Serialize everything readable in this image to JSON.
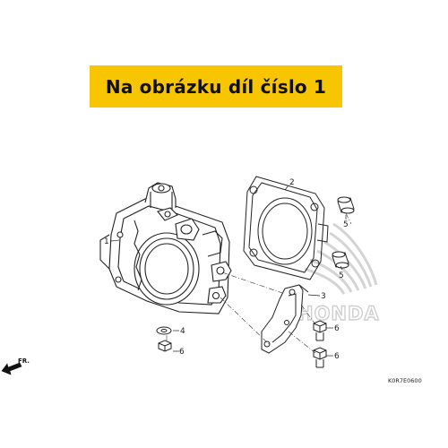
{
  "banner": {
    "text": "Na obrázku díl číslo 1"
  },
  "callouts": [
    "1",
    "2",
    "3",
    "4",
    "5",
    "5",
    "6",
    "6",
    "6"
  ],
  "front_label": "FR.",
  "diagram_code": "K0R7E0600",
  "colors": {
    "banner": "#f7c600",
    "line": "#222222",
    "watermark": "#d7d7d7"
  },
  "watermark": {
    "icon": "honda-wing-logo",
    "text": "HONDA"
  }
}
